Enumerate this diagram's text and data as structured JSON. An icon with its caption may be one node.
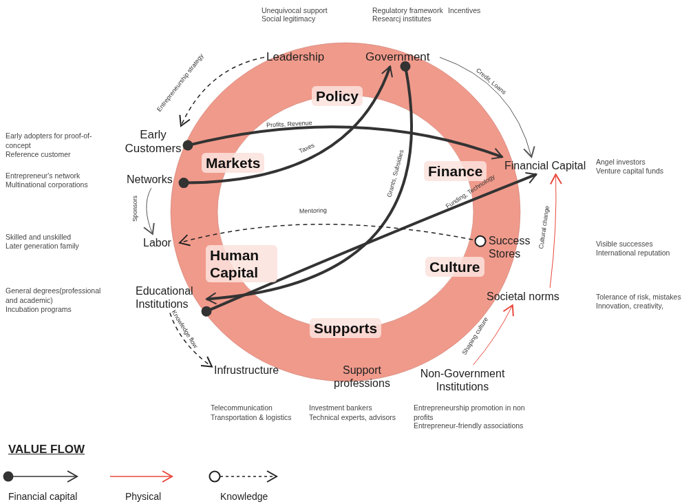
{
  "diagram": {
    "nodes": [
      {
        "text": [
          "Leadership"
        ],
        "beside": [
          "Unequivocal support",
          "Social legitimacy"
        ]
      },
      {
        "text": [
          "Government"
        ],
        "beside": [
          "Regulatory framework",
          "Incentives",
          "Researcj institutes"
        ]
      },
      {
        "text": [
          "Policy"
        ]
      },
      {
        "text": [
          "Early Customers"
        ],
        "beside": [
          "Early adopters for proof-of-concept",
          "Reference customer"
        ]
      },
      {
        "text": [
          "Markets"
        ]
      },
      {
        "text": [
          "Finance"
        ]
      },
      {
        "text": [
          "Financial Capital"
        ],
        "beside": [
          "Angel investors",
          "Venture capital funds"
        ]
      },
      {
        "text": [
          "Networks"
        ],
        "beside": [
          "Entrepreneur's network",
          "Multinational corporations"
        ]
      },
      {
        "text": [
          "Labor"
        ],
        "beside": [
          "Skilled and unskilled",
          "Later generation family"
        ]
      },
      {
        "text": [
          "Success Stores"
        ],
        "beside": [
          "Visible successes",
          "International reputation"
        ]
      },
      {
        "text": [
          "Human Capital"
        ]
      },
      {
        "text": [
          "Culture"
        ]
      },
      {
        "text": [
          "Educational Institutions"
        ],
        "beside": [
          "General degrees(professional and academic)",
          "Incubation programs"
        ]
      },
      {
        "text": [
          "Societal norms"
        ],
        "beside": [
          "Tolerance of risk, mistakes",
          "Innovation, creativity,"
        ]
      },
      {
        "text": [
          "Supports"
        ]
      },
      {
        "text": [
          "Infrustructure"
        ],
        "beside": [
          "Telecommunication",
          "Transportation & logistics"
        ]
      },
      {
        "text": [
          "Support professions"
        ],
        "beside": [
          "Investment bankers",
          "Technical experts, advisors"
        ]
      },
      {
        "text": [
          "Non-Government Institutions"
        ],
        "beside": [
          "Entrepreneurship promotion in non profits",
          "Entrepreneur-friendly associations"
        ]
      }
    ],
    "edges": [
      {
        "from": 0,
        "to": 3,
        "arrow": "to",
        "label": "Entrepreneurship strategy",
        "style": "dashed"
      },
      {
        "from": 1,
        "to": 6,
        "arrow": "to",
        "label": "Credit, Loans"
      },
      {
        "from": 3,
        "to": 6,
        "arrow": "to",
        "label": "Profits, Revenue",
        "style": "thick"
      },
      {
        "from": 7,
        "to": 1,
        "arrow": "to",
        "label": "Taxes",
        "style": "thick"
      },
      {
        "from": 1,
        "to": 12,
        "arrow": "to",
        "label": "Grants, Subsidies",
        "style": "thick"
      },
      {
        "from": 12,
        "to": 6,
        "arrow": "to",
        "label": "Funding, Technology",
        "style": "thick"
      },
      {
        "from": 7,
        "to": 8,
        "arrow": "to",
        "label": "Sponsors"
      },
      {
        "from": 9,
        "to": 8,
        "arrow": "to",
        "label": "Mentoring",
        "style": "dashed"
      },
      {
        "from": 12,
        "to": 15,
        "arrow": "to",
        "label": "Knowledge flow",
        "style": "dashed"
      },
      {
        "from": 17,
        "to": 13,
        "arrow": "to",
        "label": "Shaping culture",
        "color": "#e8473a"
      },
      {
        "from": 13,
        "to": 6,
        "arrow": "to",
        "label": "Cultural change",
        "color": "#e8473a"
      }
    ],
    "labels": [
      "VALUE FLOW"
    ],
    "legend": [
      {
        "text": "Financial capital"
      },
      {
        "text": "Physical"
      },
      {
        "text": "Knowledge"
      }
    ]
  }
}
